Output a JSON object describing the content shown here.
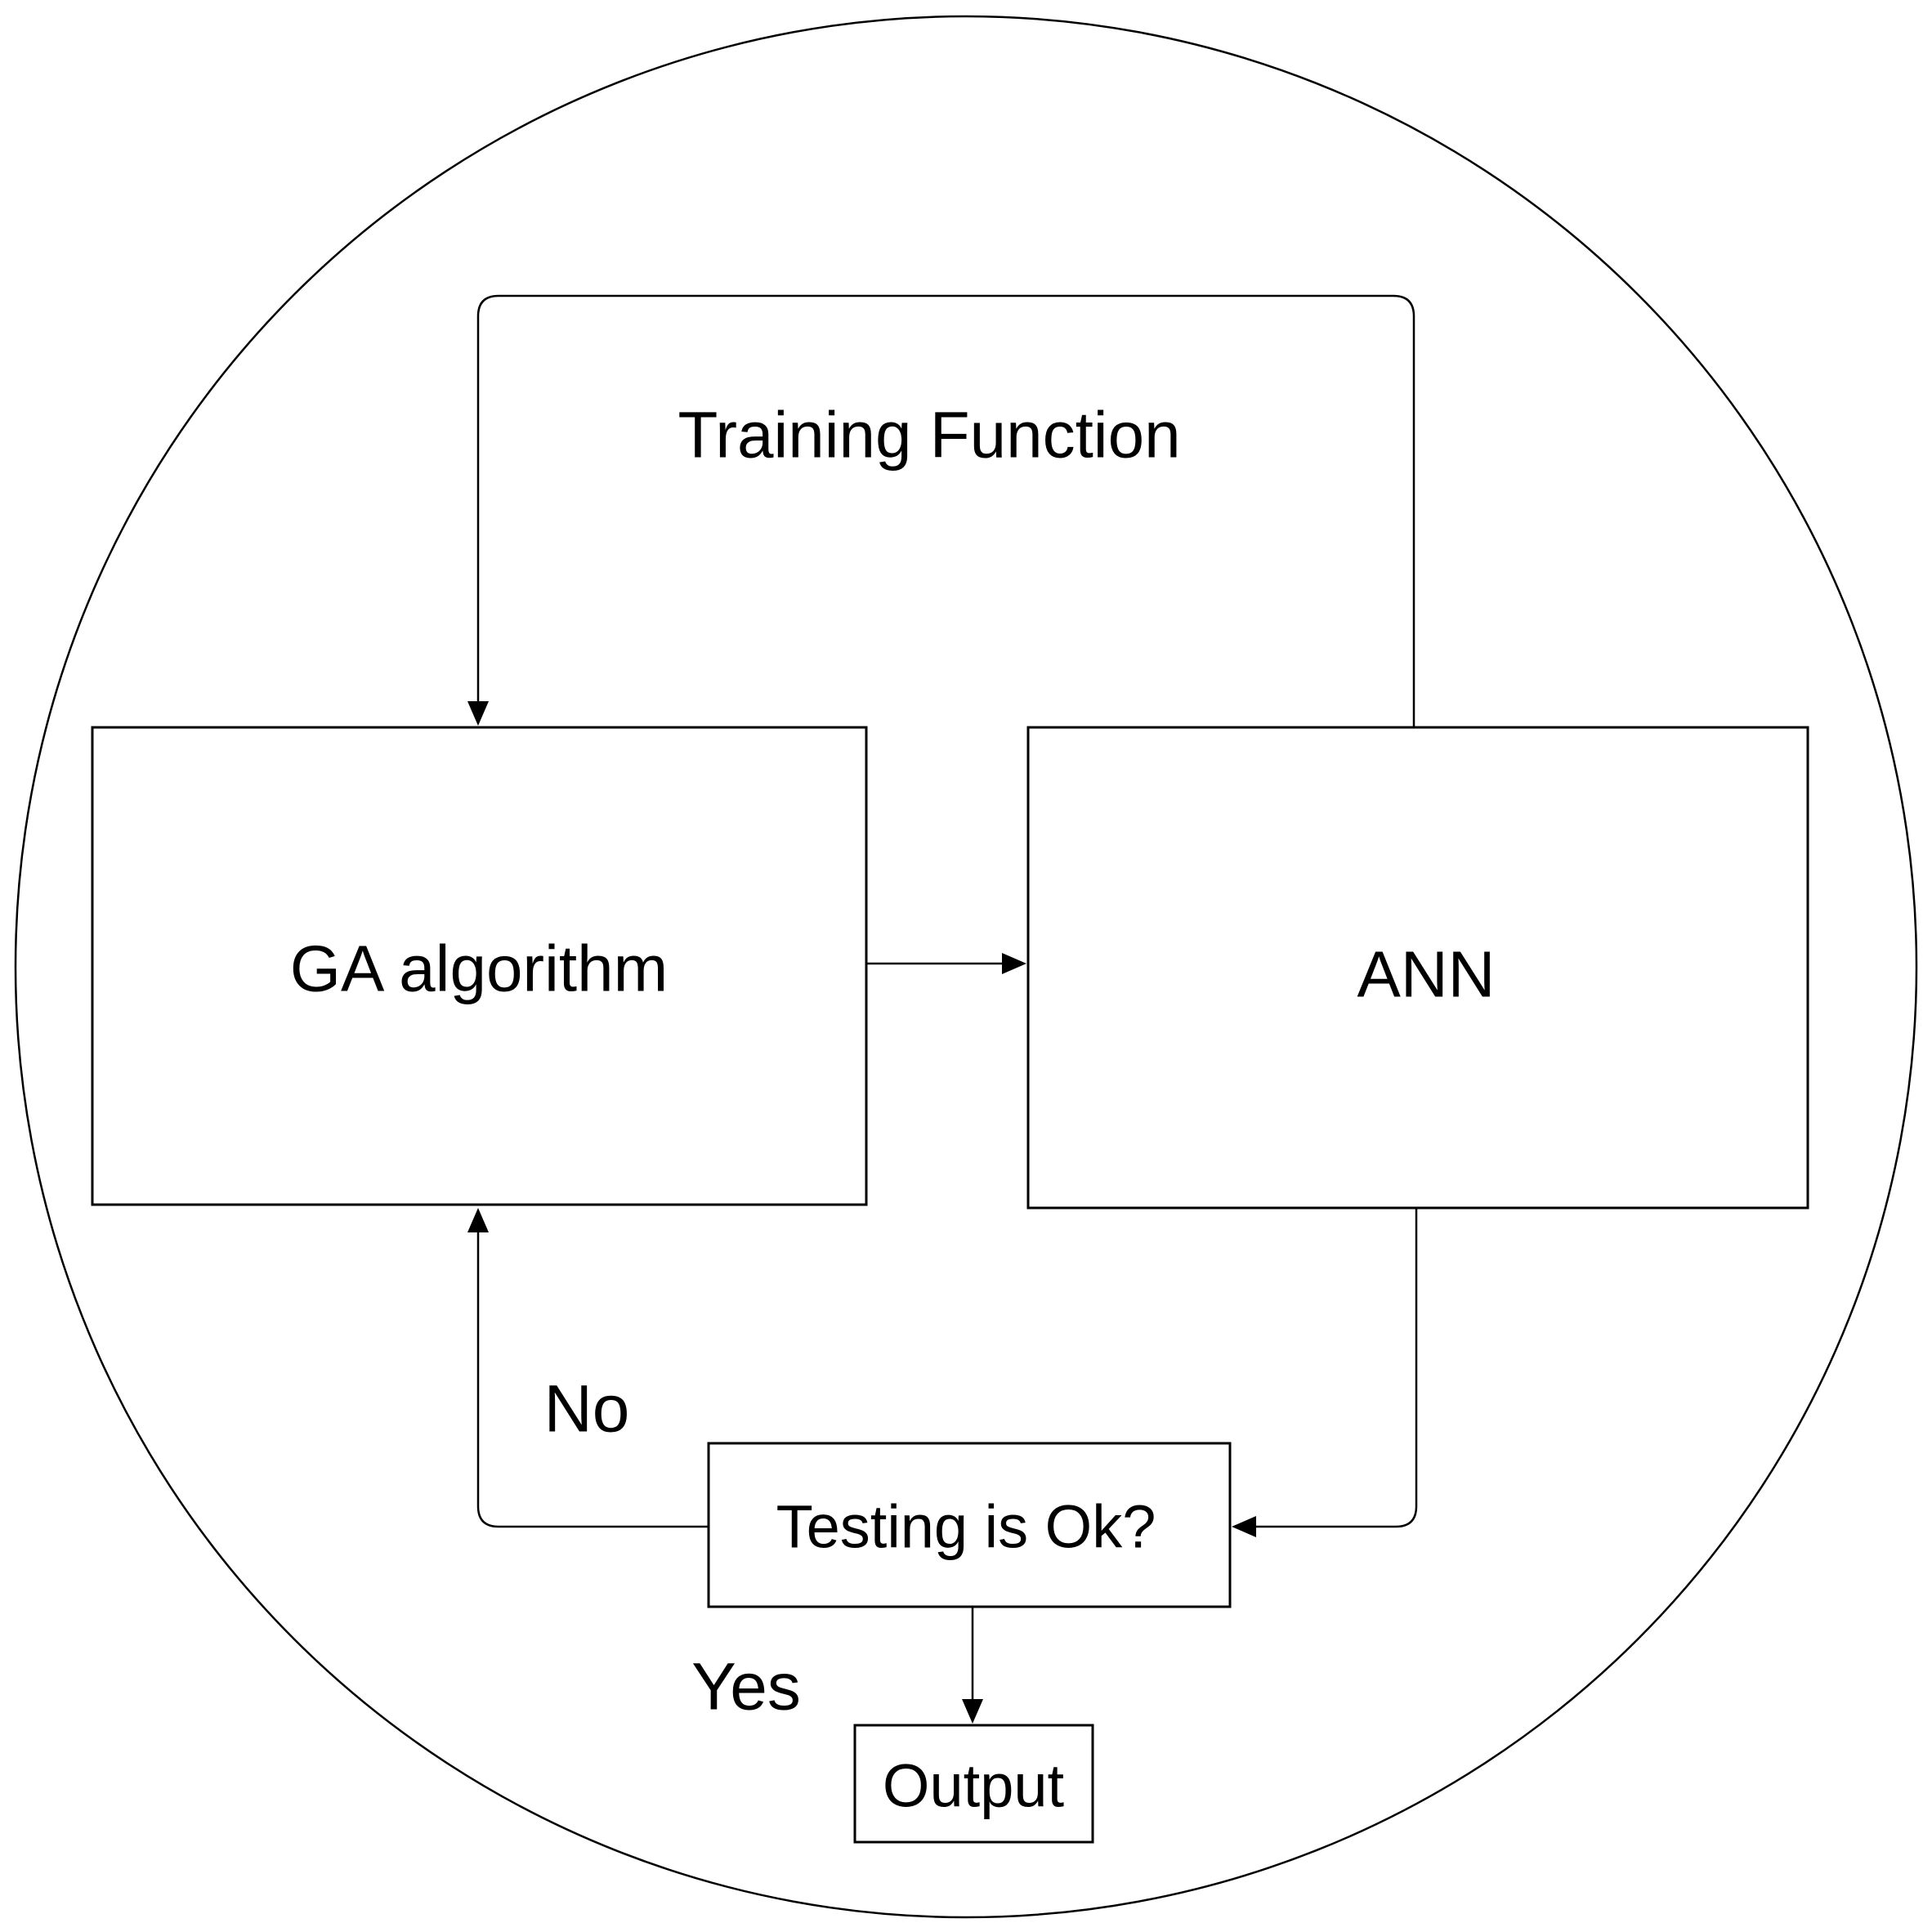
{
  "diagram": {
    "type": "flowchart",
    "boundary": "circle",
    "loop_label": "Training Function",
    "nodes": {
      "ga": {
        "label": "GA algorithm"
      },
      "ann": {
        "label": "ANN"
      },
      "testing": {
        "label": "Testing is Ok?"
      },
      "output": {
        "label": "Output"
      }
    },
    "edge_labels": {
      "no": "No",
      "yes": "Yes"
    },
    "colors": {
      "line": "#000000",
      "text": "#000000",
      "background": "#ffffff"
    }
  }
}
